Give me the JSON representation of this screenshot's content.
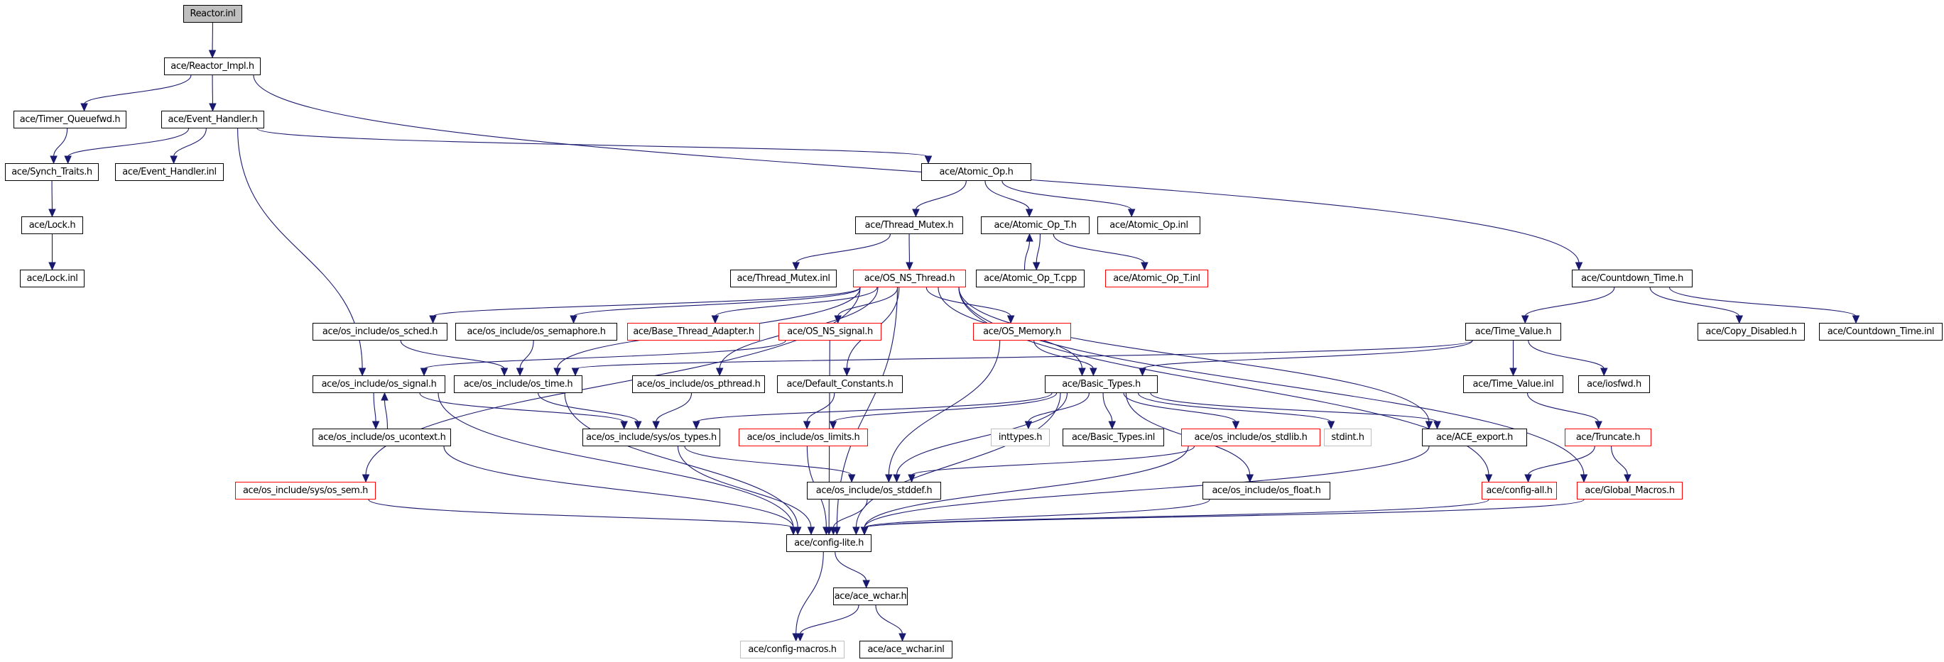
{
  "title": "Reactor.inl include dependency graph",
  "colors": {
    "edge": "#191970",
    "root_fill": "#bfbfbf",
    "incomplete_border": "#ff0000",
    "external_border": "#bfbfbf",
    "normal_border": "#000000"
  },
  "nodes": [
    {
      "id": "reactor_inl",
      "label": "Reactor.inl",
      "kind": "root"
    },
    {
      "id": "reactor_impl_h",
      "label": "ace/Reactor_Impl.h",
      "kind": "normal"
    },
    {
      "id": "timer_queuefwd_h",
      "label": "ace/Timer_Queuefwd.h",
      "kind": "normal"
    },
    {
      "id": "event_handler_h",
      "label": "ace/Event_Handler.h",
      "kind": "normal"
    },
    {
      "id": "synch_traits_h",
      "label": "ace/Synch_Traits.h",
      "kind": "normal"
    },
    {
      "id": "event_handler_inl",
      "label": "ace/Event_Handler.inl",
      "kind": "normal"
    },
    {
      "id": "atomic_op_h",
      "label": "ace/Atomic_Op.h",
      "kind": "normal"
    },
    {
      "id": "lock_h",
      "label": "ace/Lock.h",
      "kind": "normal"
    },
    {
      "id": "thread_mutex_h",
      "label": "ace/Thread_Mutex.h",
      "kind": "normal"
    },
    {
      "id": "atomic_op_t_h",
      "label": "ace/Atomic_Op_T.h",
      "kind": "normal"
    },
    {
      "id": "atomic_op_inl",
      "label": "ace/Atomic_Op.inl",
      "kind": "normal"
    },
    {
      "id": "lock_inl",
      "label": "ace/Lock.inl",
      "kind": "normal"
    },
    {
      "id": "thread_mutex_inl",
      "label": "ace/Thread_Mutex.inl",
      "kind": "normal"
    },
    {
      "id": "os_ns_thread_h",
      "label": "ace/OS_NS_Thread.h",
      "kind": "incomplete"
    },
    {
      "id": "atomic_op_t_cpp",
      "label": "ace/Atomic_Op_T.cpp",
      "kind": "normal"
    },
    {
      "id": "atomic_op_t_inl",
      "label": "ace/Atomic_Op_T.inl",
      "kind": "incomplete"
    },
    {
      "id": "countdown_time_h",
      "label": "ace/Countdown_Time.h",
      "kind": "normal"
    },
    {
      "id": "os_sched_h",
      "label": "ace/os_include/os_sched.h",
      "kind": "normal"
    },
    {
      "id": "os_semaphore_h",
      "label": "ace/os_include/os_semaphore.h",
      "kind": "normal"
    },
    {
      "id": "base_thread_adapter_h",
      "label": "ace/Base_Thread_Adapter.h",
      "kind": "incomplete"
    },
    {
      "id": "os_ns_signal_h",
      "label": "ace/OS_NS_signal.h",
      "kind": "incomplete"
    },
    {
      "id": "os_memory_h",
      "label": "ace/OS_Memory.h",
      "kind": "incomplete"
    },
    {
      "id": "time_value_h",
      "label": "ace/Time_Value.h",
      "kind": "normal"
    },
    {
      "id": "copy_disabled_h",
      "label": "ace/Copy_Disabled.h",
      "kind": "normal"
    },
    {
      "id": "countdown_time_inl",
      "label": "ace/Countdown_Time.inl",
      "kind": "normal"
    },
    {
      "id": "os_signal_h",
      "label": "ace/os_include/os_signal.h",
      "kind": "normal"
    },
    {
      "id": "os_time_h",
      "label": "ace/os_include/os_time.h",
      "kind": "normal"
    },
    {
      "id": "os_pthread_h",
      "label": "ace/os_include/os_pthread.h",
      "kind": "normal"
    },
    {
      "id": "default_constants_h",
      "label": "ace/Default_Constants.h",
      "kind": "normal"
    },
    {
      "id": "basic_types_h",
      "label": "ace/Basic_Types.h",
      "kind": "normal"
    },
    {
      "id": "time_value_inl",
      "label": "ace/Time_Value.inl",
      "kind": "normal"
    },
    {
      "id": "iosfwd_h",
      "label": "ace/iosfwd.h",
      "kind": "normal"
    },
    {
      "id": "os_ucontext_h",
      "label": "ace/os_include/os_ucontext.h",
      "kind": "normal"
    },
    {
      "id": "sys_os_types_h",
      "label": "ace/os_include/sys/os_types.h",
      "kind": "normal"
    },
    {
      "id": "os_limits_h",
      "label": "ace/os_include/os_limits.h",
      "kind": "incomplete"
    },
    {
      "id": "inttypes_h",
      "label": "inttypes.h",
      "kind": "external"
    },
    {
      "id": "basic_types_inl",
      "label": "ace/Basic_Types.inl",
      "kind": "normal"
    },
    {
      "id": "os_stdlib_h",
      "label": "ace/os_include/os_stdlib.h",
      "kind": "incomplete"
    },
    {
      "id": "stdint_h",
      "label": "stdint.h",
      "kind": "external"
    },
    {
      "id": "ace_export_h",
      "label": "ace/ACE_export.h",
      "kind": "normal"
    },
    {
      "id": "truncate_h",
      "label": "ace/Truncate.h",
      "kind": "incomplete"
    },
    {
      "id": "sys_os_sem_h",
      "label": "ace/os_include/sys/os_sem.h",
      "kind": "incomplete"
    },
    {
      "id": "os_stddef_h",
      "label": "ace/os_include/os_stddef.h",
      "kind": "normal"
    },
    {
      "id": "os_float_h",
      "label": "ace/os_include/os_float.h",
      "kind": "normal"
    },
    {
      "id": "config_all_h",
      "label": "ace/config-all.h",
      "kind": "incomplete"
    },
    {
      "id": "global_macros_h",
      "label": "ace/Global_Macros.h",
      "kind": "incomplete"
    },
    {
      "id": "config_lite_h",
      "label": "ace/config-lite.h",
      "kind": "normal"
    },
    {
      "id": "ace_wchar_h",
      "label": "ace/ace_wchar.h",
      "kind": "normal"
    },
    {
      "id": "config_macros_h",
      "label": "ace/config-macros.h",
      "kind": "external"
    },
    {
      "id": "ace_wchar_inl",
      "label": "ace/ace_wchar.inl",
      "kind": "normal"
    }
  ],
  "edges": [
    [
      "reactor_inl",
      "reactor_impl_h"
    ],
    [
      "reactor_impl_h",
      "timer_queuefwd_h"
    ],
    [
      "reactor_impl_h",
      "event_handler_h"
    ],
    [
      "reactor_impl_h",
      "countdown_time_h"
    ],
    [
      "timer_queuefwd_h",
      "synch_traits_h"
    ],
    [
      "event_handler_h",
      "synch_traits_h"
    ],
    [
      "event_handler_h",
      "event_handler_inl"
    ],
    [
      "event_handler_h",
      "atomic_op_h"
    ],
    [
      "event_handler_h",
      "os_signal_h"
    ],
    [
      "synch_traits_h",
      "lock_h"
    ],
    [
      "lock_h",
      "lock_inl"
    ],
    [
      "atomic_op_h",
      "thread_mutex_h"
    ],
    [
      "atomic_op_h",
      "atomic_op_t_h"
    ],
    [
      "atomic_op_h",
      "atomic_op_inl"
    ],
    [
      "thread_mutex_h",
      "thread_mutex_inl"
    ],
    [
      "thread_mutex_h",
      "os_ns_thread_h"
    ],
    [
      "atomic_op_t_h",
      "atomic_op_t_cpp"
    ],
    [
      "atomic_op_t_cpp",
      "atomic_op_t_h"
    ],
    [
      "atomic_op_t_h",
      "atomic_op_t_inl"
    ],
    [
      "os_ns_thread_h",
      "os_sched_h"
    ],
    [
      "os_ns_thread_h",
      "os_semaphore_h"
    ],
    [
      "os_ns_thread_h",
      "base_thread_adapter_h"
    ],
    [
      "os_ns_thread_h",
      "os_ns_signal_h"
    ],
    [
      "os_ns_thread_h",
      "os_memory_h"
    ],
    [
      "os_ns_thread_h",
      "sys_os_sem_h"
    ],
    [
      "os_ns_thread_h",
      "os_time_h"
    ],
    [
      "os_ns_thread_h",
      "os_pthread_h"
    ],
    [
      "os_ns_thread_h",
      "default_constants_h"
    ],
    [
      "os_ns_thread_h",
      "basic_types_h"
    ],
    [
      "os_ns_thread_h",
      "ace_export_h"
    ],
    [
      "os_ns_thread_h",
      "config_all_h"
    ],
    [
      "os_ns_thread_h",
      "global_macros_h"
    ],
    [
      "os_ns_thread_h",
      "config_lite_h"
    ],
    [
      "countdown_time_h",
      "time_value_h"
    ],
    [
      "countdown_time_h",
      "copy_disabled_h"
    ],
    [
      "countdown_time_h",
      "countdown_time_inl"
    ],
    [
      "os_sched_h",
      "os_time_h"
    ],
    [
      "os_semaphore_h",
      "os_time_h"
    ],
    [
      "os_ns_signal_h",
      "os_signal_h"
    ],
    [
      "os_ns_signal_h",
      "config_lite_h"
    ],
    [
      "os_memory_h",
      "basic_types_h"
    ],
    [
      "os_memory_h",
      "os_stddef_h"
    ],
    [
      "time_value_h",
      "os_time_h"
    ],
    [
      "time_value_h",
      "basic_types_h"
    ],
    [
      "time_value_h",
      "time_value_inl"
    ],
    [
      "time_value_h",
      "iosfwd_h"
    ],
    [
      "os_signal_h",
      "os_ucontext_h"
    ],
    [
      "os_ucontext_h",
      "os_signal_h"
    ],
    [
      "os_signal_h",
      "sys_os_types_h"
    ],
    [
      "os_signal_h",
      "config_lite_h"
    ],
    [
      "os_time_h",
      "sys_os_types_h"
    ],
    [
      "os_time_h",
      "config_lite_h"
    ],
    [
      "os_pthread_h",
      "sys_os_types_h"
    ],
    [
      "default_constants_h",
      "os_limits_h"
    ],
    [
      "basic_types_h",
      "sys_os_types_h"
    ],
    [
      "basic_types_h",
      "os_limits_h"
    ],
    [
      "basic_types_h",
      "os_stddef_h"
    ],
    [
      "basic_types_h",
      "inttypes_h"
    ],
    [
      "basic_types_h",
      "basic_types_inl"
    ],
    [
      "basic_types_h",
      "os_stdlib_h"
    ],
    [
      "basic_types_h",
      "stdint_h"
    ],
    [
      "basic_types_h",
      "ace_export_h"
    ],
    [
      "basic_types_h",
      "os_float_h"
    ],
    [
      "basic_types_h",
      "config_lite_h"
    ],
    [
      "time_value_inl",
      "truncate_h"
    ],
    [
      "os_ucontext_h",
      "config_lite_h"
    ],
    [
      "sys_os_types_h",
      "os_stddef_h"
    ],
    [
      "sys_os_types_h",
      "config_lite_h"
    ],
    [
      "os_limits_h",
      "config_lite_h"
    ],
    [
      "os_stdlib_h",
      "os_stddef_h"
    ],
    [
      "os_stdlib_h",
      "config_lite_h"
    ],
    [
      "ace_export_h",
      "config_lite_h"
    ],
    [
      "truncate_h",
      "config_all_h"
    ],
    [
      "truncate_h",
      "global_macros_h"
    ],
    [
      "sys_os_sem_h",
      "config_lite_h"
    ],
    [
      "os_stddef_h",
      "config_lite_h"
    ],
    [
      "os_float_h",
      "config_lite_h"
    ],
    [
      "config_all_h",
      "config_lite_h"
    ],
    [
      "global_macros_h",
      "config_lite_h"
    ],
    [
      "config_lite_h",
      "ace_wchar_h"
    ],
    [
      "config_lite_h",
      "config_macros_h"
    ],
    [
      "ace_wchar_h",
      "config_macros_h"
    ],
    [
      "ace_wchar_h",
      "ace_wchar_inl"
    ]
  ]
}
